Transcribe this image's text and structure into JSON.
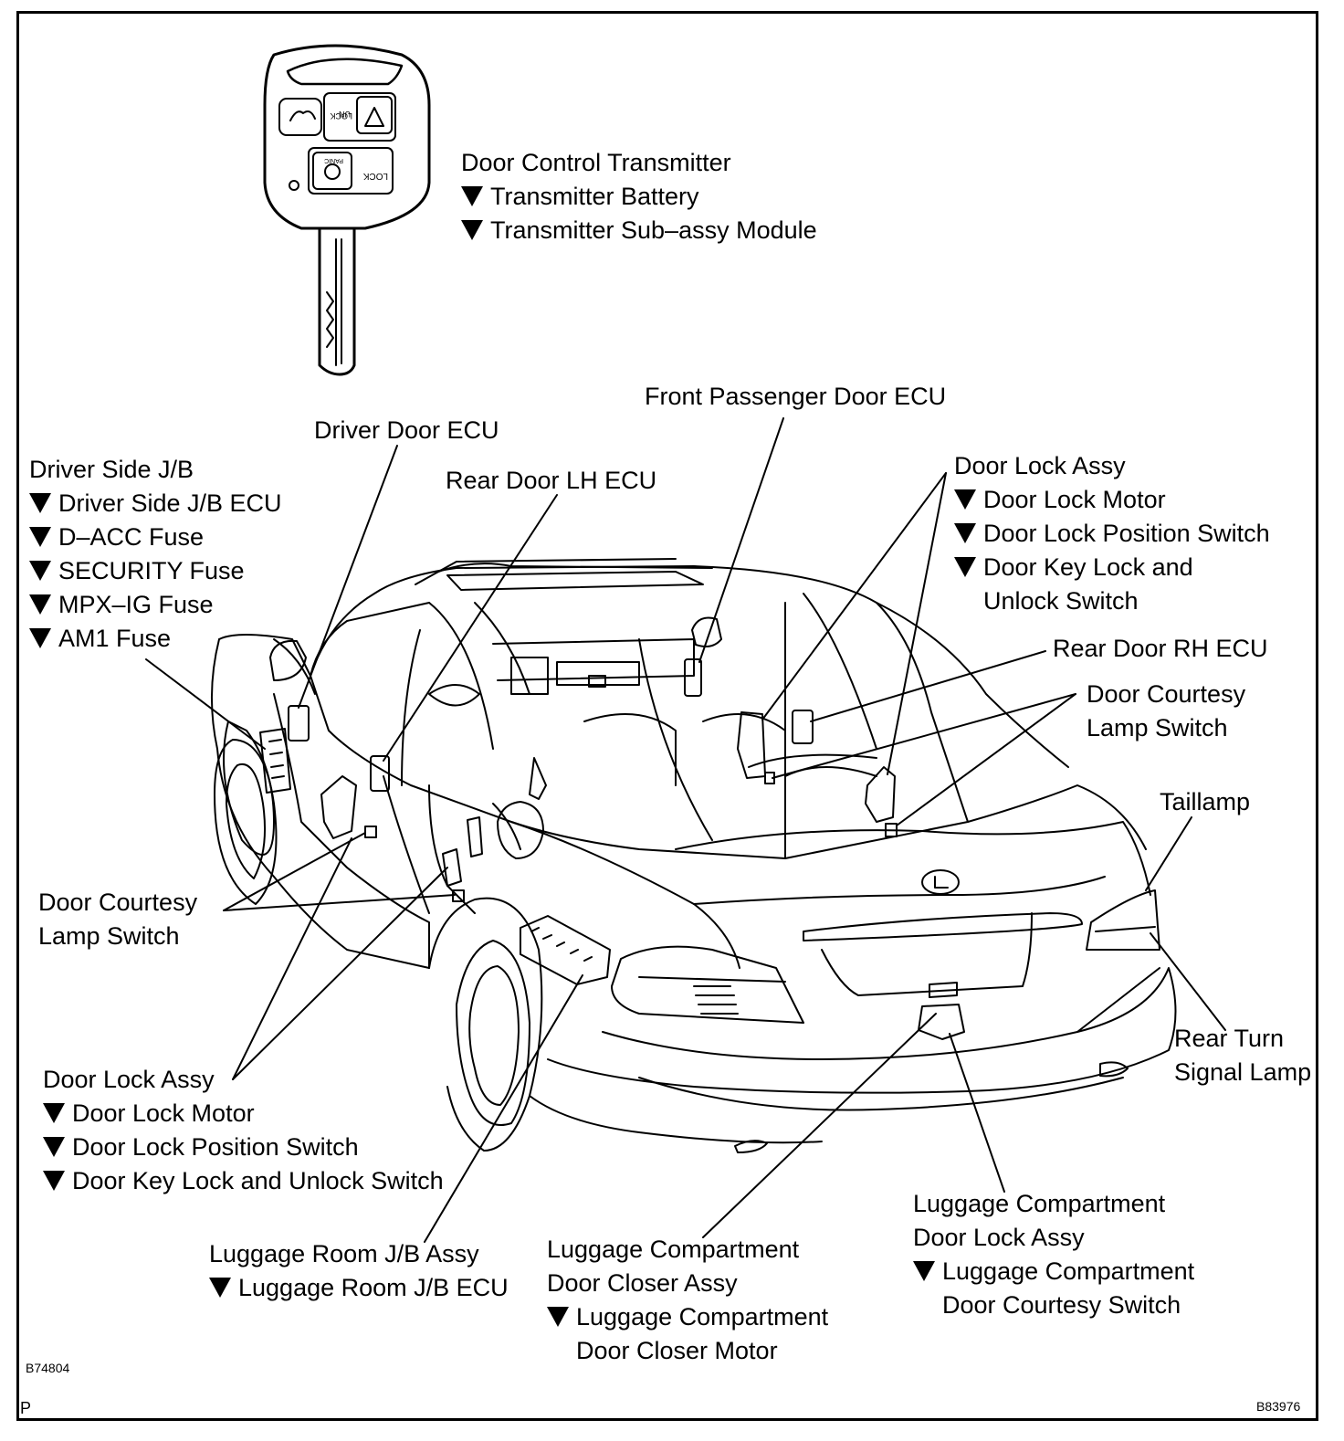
{
  "transmitter": {
    "title": "Door Control Transmitter",
    "items": [
      "Transmitter Battery",
      "Transmitter Sub–assy Module"
    ],
    "key_labels": {
      "unlock_line1": "UN",
      "unlock_line2": "LOCK",
      "lock": "LOCK",
      "panic": "PANIC"
    }
  },
  "labels": {
    "front_passenger_door_ecu": "Front Passenger Door ECU",
    "driver_door_ecu": "Driver Door ECU",
    "rear_door_lh_ecu": "Rear Door LH ECU",
    "rear_door_rh_ecu": "Rear Door RH ECU",
    "taillamp": "Taillamp",
    "rear_turn_signal_lamp": [
      "Rear Turn",
      "Signal Lamp"
    ],
    "door_courtesy_lamp_switch_right": [
      "Door Courtesy",
      "Lamp Switch"
    ],
    "door_courtesy_lamp_switch_left": [
      "Door Courtesy",
      "Lamp Switch"
    ]
  },
  "driver_side_jb": {
    "title": "Driver Side J/B",
    "items": [
      "Driver Side J/B ECU",
      "D–ACC Fuse",
      "SECURITY Fuse",
      "MPX–IG Fuse",
      "AM1 Fuse"
    ]
  },
  "door_lock_assy_right": {
    "title": "Door Lock Assy",
    "items": [
      "Door Lock Motor",
      "Door Lock Position Switch"
    ],
    "item3": [
      "Door Key Lock and",
      "Unlock Switch"
    ]
  },
  "door_lock_assy_left": {
    "title": "Door Lock Assy",
    "items": [
      "Door Lock Motor",
      "Door Lock Position Switch",
      "Door Key Lock and Unlock Switch"
    ]
  },
  "luggage_room_jb": {
    "title": "Luggage Room J/B Assy",
    "items": [
      "Luggage Room J/B ECU"
    ]
  },
  "luggage_closer": {
    "title": [
      "Luggage Compartment",
      "Door Closer Assy"
    ],
    "item": [
      "Luggage Compartment",
      "Door Closer Motor"
    ]
  },
  "luggage_lock": {
    "title": [
      "Luggage Compartment",
      "Door Lock Assy"
    ],
    "item": [
      "Luggage Compartment",
      "Door Courtesy Switch"
    ]
  },
  "codes": {
    "figure_left": "B74804",
    "figure_right": "B83976",
    "corner": "P"
  }
}
